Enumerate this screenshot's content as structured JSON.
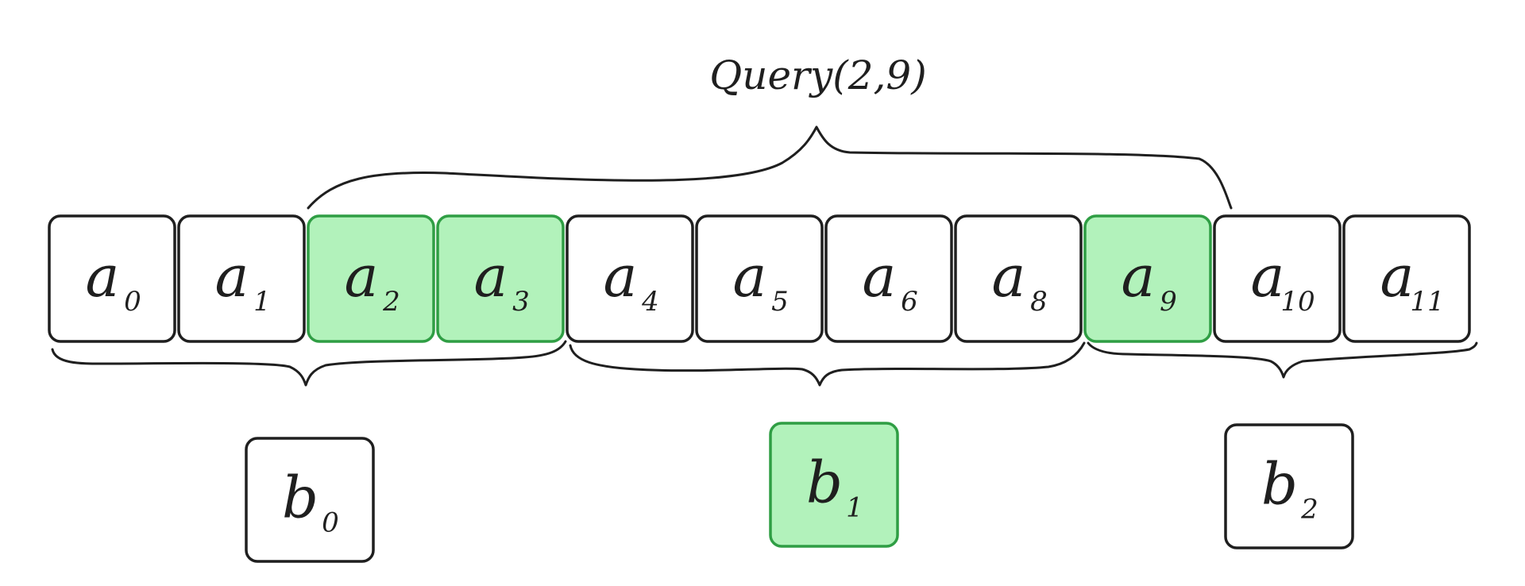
{
  "title": "Query(2,9)",
  "colors": {
    "highlight_fill": "#b2f2bb",
    "highlight_stroke": "#2f9e44",
    "default_fill": "#ffffff",
    "stroke": "#1f1f1f"
  },
  "array_cells": [
    {
      "base": "a",
      "sub": "0",
      "highlighted": false
    },
    {
      "base": "a",
      "sub": "1",
      "highlighted": false
    },
    {
      "base": "a",
      "sub": "2",
      "highlighted": true
    },
    {
      "base": "a",
      "sub": "3",
      "highlighted": true
    },
    {
      "base": "a",
      "sub": "4",
      "highlighted": false
    },
    {
      "base": "a",
      "sub": "5",
      "highlighted": false
    },
    {
      "base": "a",
      "sub": "6",
      "highlighted": false
    },
    {
      "base": "a",
      "sub": "8",
      "highlighted": false
    },
    {
      "base": "a",
      "sub": "9",
      "highlighted": true
    },
    {
      "base": "a",
      "sub": "10",
      "highlighted": false
    },
    {
      "base": "a",
      "sub": "11",
      "highlighted": false
    }
  ],
  "block_cells": [
    {
      "base": "b",
      "sub": "0",
      "highlighted": false
    },
    {
      "base": "b",
      "sub": "1",
      "highlighted": true
    },
    {
      "base": "b",
      "sub": "2",
      "highlighted": false
    }
  ]
}
